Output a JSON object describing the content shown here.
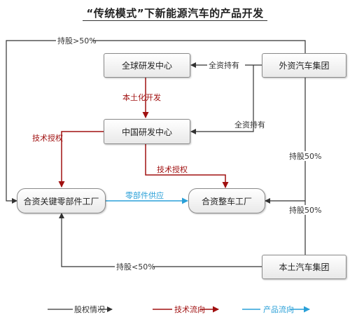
{
  "title": "“传统模式”下新能源汽车的产品开发",
  "nodes": {
    "global_rnd": "全球研发中心",
    "foreign_group": "外资汽车集团",
    "china_rnd": "中国研发中心",
    "jv_parts": "合资关键零部件工厂",
    "jv_vehicle": "合资整车工厂",
    "local_group": "本土汽车集团"
  },
  "edges": {
    "top_stake": "持股>50%",
    "full_own_1": "全资持有",
    "full_own_2": "全资持有",
    "localize": "本土化开发",
    "tech_license_1": "技术授权",
    "tech_license_2": "技术授权",
    "parts_supply": "零部件供应",
    "stake_50_a": "持股50%",
    "stake_50_b": "持股50%",
    "bottom_stake": "持股<50%"
  },
  "legend": {
    "equity": "股权情况",
    "tech": "技术流向",
    "product": "产品流向"
  },
  "colors": {
    "equity": "#333333",
    "tech": "#a01010",
    "product": "#2aa0d8"
  }
}
